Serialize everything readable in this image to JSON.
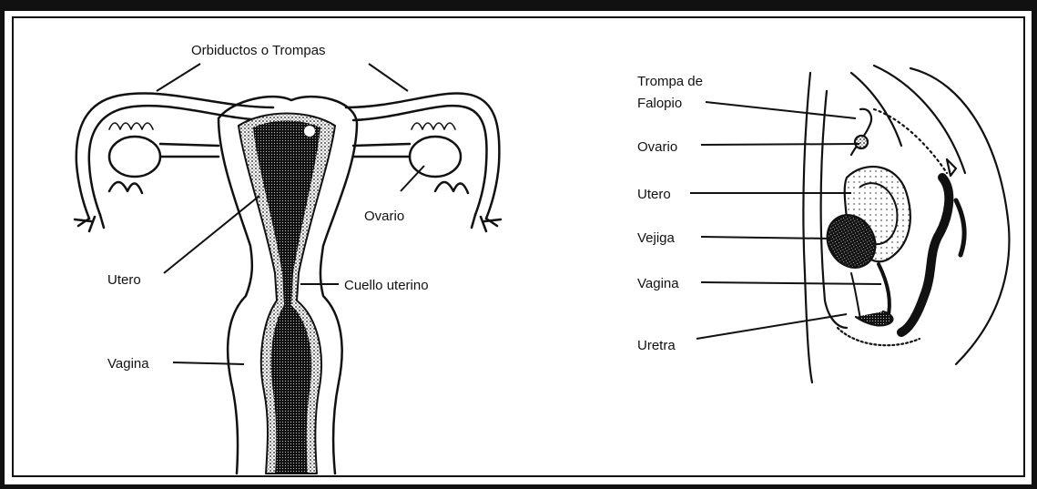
{
  "front_view": {
    "labels": {
      "tubes": "Orbiductos o Trompas",
      "ovary": "Ovario",
      "uterus": "Utero",
      "cervix": "Cuello uterino",
      "vagina": "Vagina"
    }
  },
  "side_view": {
    "labels": {
      "fallopian_tube_1": "Trompa de",
      "fallopian_tube_2": "Falopio",
      "ovary": "Ovario",
      "uterus": "Utero",
      "bladder": "Vejiga",
      "vagina": "Vagina",
      "urethra": "Uretra"
    }
  }
}
